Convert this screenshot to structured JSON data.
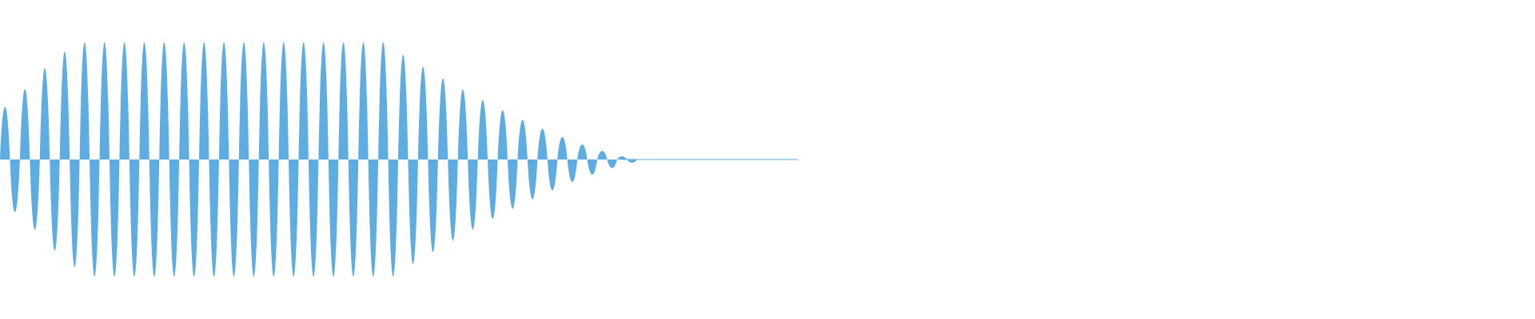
{
  "waveform": {
    "color": "#5dade2",
    "background": "#ffffff",
    "cycles": 32,
    "audible_fraction": 0.415,
    "tail_fraction": 0.105,
    "peak_level": 0.98,
    "sustain_fraction": 0.62,
    "attack_ramp": [
      0.45,
      0.6,
      0.78,
      0.92
    ]
  }
}
